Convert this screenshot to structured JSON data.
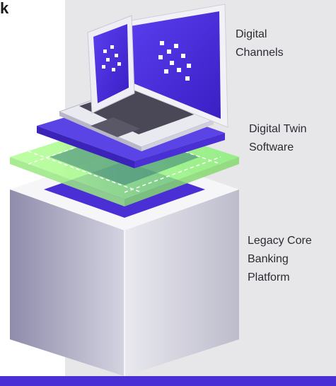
{
  "cut_heading_fragment": "k",
  "labels": {
    "digital_channels": "Digital\nChannels",
    "digital_twin": "Digital Twin\nSoftware",
    "legacy_core": "Legacy Core\nBanking\nPlatform"
  },
  "colors": {
    "panel_background": "#e7e6e8",
    "brand_purple": "#4a2fd4",
    "twin_green": "#8ef07a"
  },
  "icons": [
    "laptop-icon",
    "tablet-icon",
    "server-block-icon"
  ]
}
